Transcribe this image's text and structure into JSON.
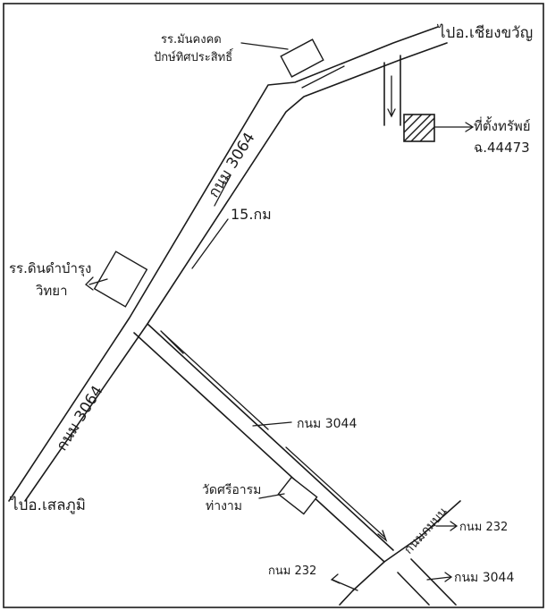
{
  "map": {
    "labels": {
      "to_chiang_khwan": "ไปอ.เชียงขวัญ",
      "to_selaphum": "ไปอ.เสลภูมิ",
      "road_3064_upper": "กนม 3064",
      "road_3064_lower": "กนม 3064",
      "road_3044": "กนม 3044",
      "road_3044_right": "กนม 3044",
      "road_232_right": "กนม 232",
      "road_232_left": "กนม 232",
      "road_junction": "กนมภมบน",
      "distance": "15.กม",
      "school_top_line1": "รร.มันคงคด",
      "school_top_line2": "ปักษ์ทิศประสิทธิ์",
      "school_left_line1": "รร.ดินดำบำรุง",
      "school_left_line2": "วิทยา",
      "temple_line1": "วัดศรีอารม",
      "temple_line2": "ท่างาม",
      "property_line1": "ที่ตั้งทรัพย์",
      "property_line2": "ฉ.44473"
    }
  }
}
